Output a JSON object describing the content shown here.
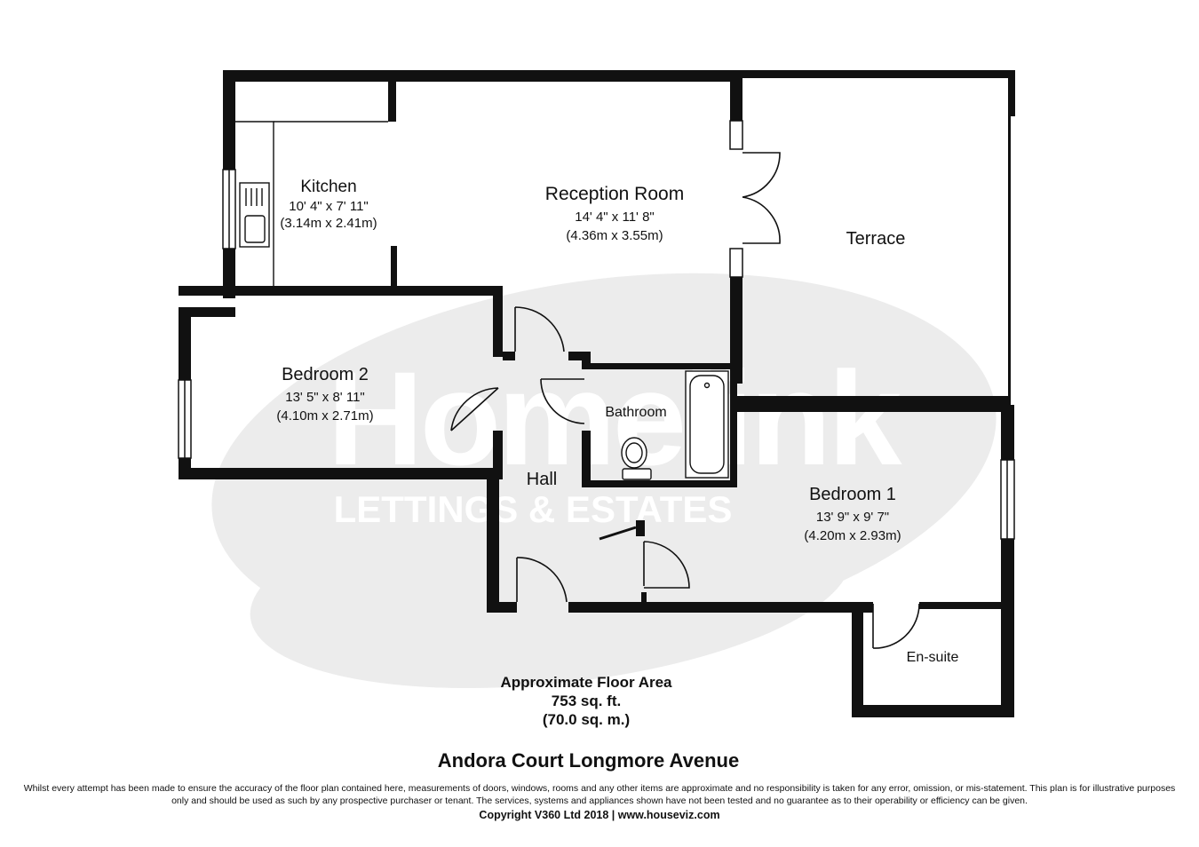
{
  "watermark": {
    "brand": "Homelink",
    "tagline": "LETTINGS & ESTATES"
  },
  "rooms": {
    "kitchen": {
      "name": "Kitchen",
      "imperial": "10' 4\" x 7' 11\"",
      "metric": "(3.14m x 2.41m)"
    },
    "reception": {
      "name": "Reception Room",
      "imperial": "14' 4\" x 11' 8\"",
      "metric": "(4.36m x 3.55m)"
    },
    "terrace": {
      "name": "Terrace"
    },
    "bedroom2": {
      "name": "Bedroom 2",
      "imperial": "13' 5\" x 8' 11\"",
      "metric": "(4.10m x 2.71m)"
    },
    "bathroom": {
      "name": "Bathroom"
    },
    "hall": {
      "name": "Hall"
    },
    "bedroom1": {
      "name": "Bedroom 1",
      "imperial": "13' 9\" x 9' 7\"",
      "metric": "(4.20m x 2.93m)"
    },
    "ensuite": {
      "name": "En-suite"
    }
  },
  "floor_area": {
    "label": "Approximate Floor Area",
    "sqft": "753 sq. ft.",
    "sqm": "(70.0 sq. m.)"
  },
  "title": "Andora Court Longmore Avenue",
  "disclaimer": "Whilst every attempt has been made to ensure the accuracy of the floor plan contained here, measurements of doors, windows, rooms and any other items are approximate and no responsibility is taken for any error, omission, or mis-statement. This plan is for illustrative purposes only and should be used as such by any prospective purchaser or tenant. The services, systems and appliances shown have not been tested and no guarantee as to their operability or efficiency can be given.",
  "copyright": "Copyright V360 Ltd 2018 | www.houseviz.com",
  "colors": {
    "wall": "#111111",
    "watermark_fill": "#ececec",
    "watermark_text": "#ffffff"
  }
}
